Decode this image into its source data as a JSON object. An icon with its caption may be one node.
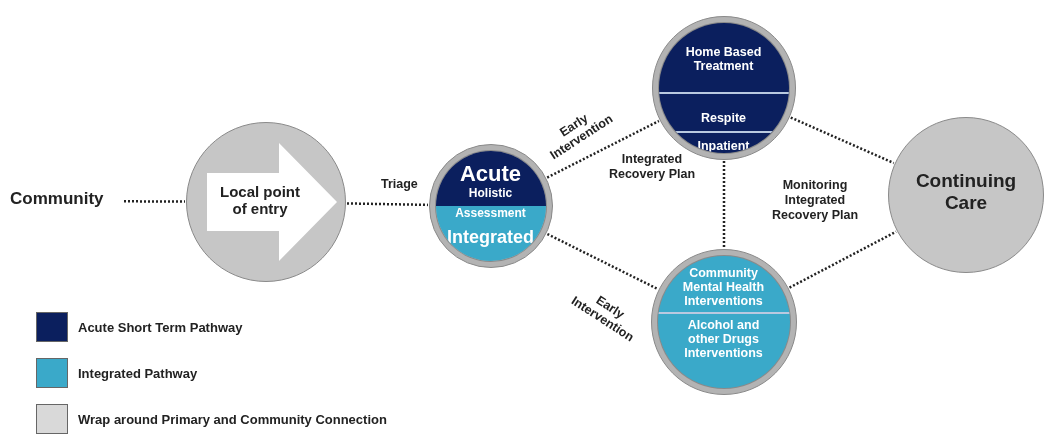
{
  "diagram": {
    "nodes": [
      {
        "text": [
          "Community"
        ]
      },
      {
        "text": [
          "Local point of entry"
        ]
      },
      {
        "text": [
          "Acute",
          "Holistic",
          "Assessment",
          "Integrated"
        ]
      },
      {
        "text": [
          "Home Based Treatment",
          "Respite",
          "Inpatient"
        ]
      },
      {
        "text": [
          "Community Mental Health Interventions",
          "Alcohol and other Drugs Interventions"
        ]
      },
      {
        "text": [
          "Continuing Care"
        ]
      }
    ],
    "edges": [
      {
        "from": 0,
        "to": 1,
        "arrow": "none",
        "style": "dashed"
      },
      {
        "from": 1,
        "to": 2,
        "arrow": "none",
        "style": "dashed",
        "label": "Triage"
      },
      {
        "from": 2,
        "to": 3,
        "arrow": "none",
        "style": "dashed",
        "label": "Early Intervention"
      },
      {
        "from": 2,
        "to": 4,
        "arrow": "none",
        "style": "dashed",
        "label": "Early Intervention"
      },
      {
        "from": 3,
        "to": 4,
        "arrow": "none",
        "style": "dashed"
      },
      {
        "from": 3,
        "to": 5,
        "arrow": "none",
        "style": "dashed"
      },
      {
        "from": 4,
        "to": 5,
        "arrow": "none",
        "style": "dashed"
      }
    ],
    "labels": [
      "Integrated Recovery Plan",
      "Monitoring Integrated Recovery Plan"
    ],
    "legend": [
      {
        "text": "Acute Short Term Pathway",
        "color": "#0b1f5e"
      },
      {
        "text": "Integrated Pathway",
        "color": "#3aa9c9"
      },
      {
        "text": "Wrap around Primary and Community Connection",
        "color": "#d9d9d9"
      }
    ]
  }
}
